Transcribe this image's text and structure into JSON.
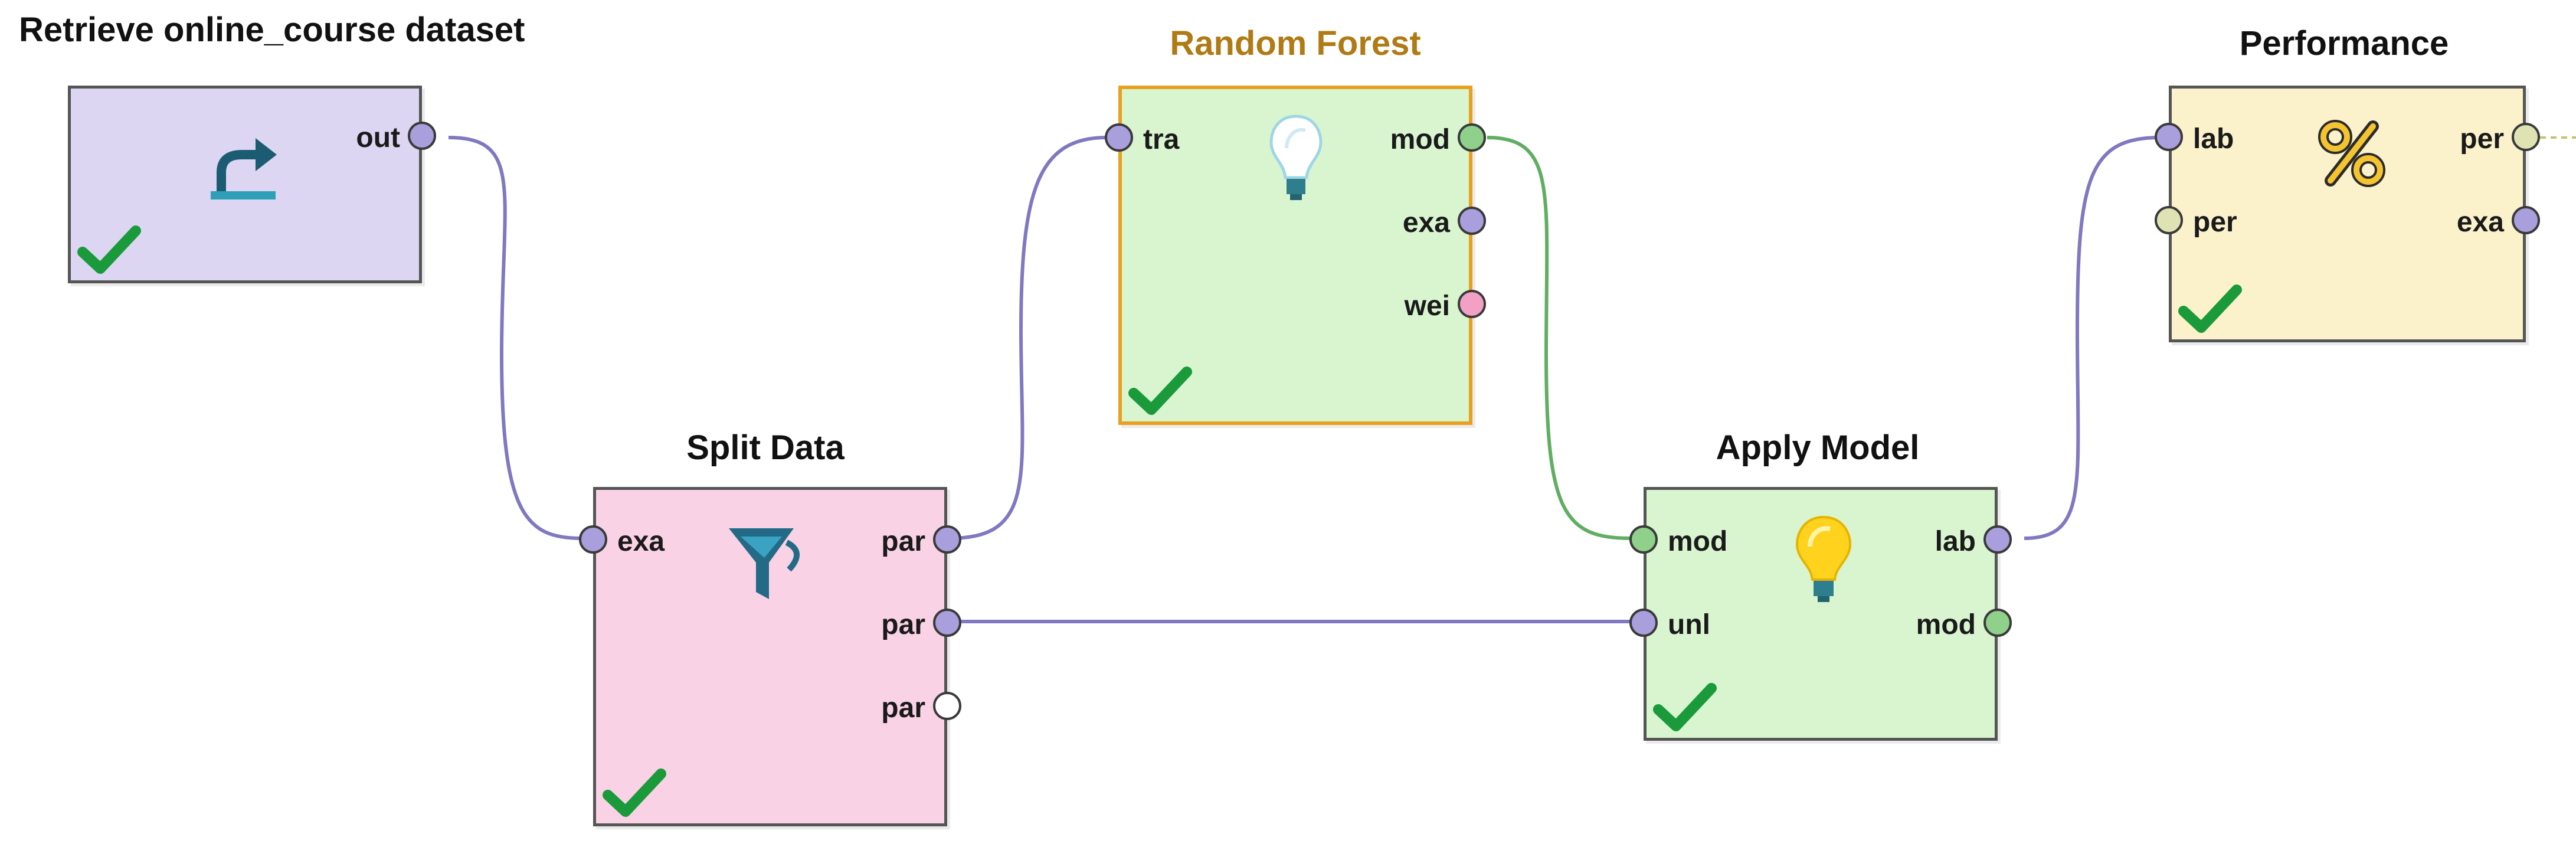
{
  "operators": {
    "retrieve": {
      "title": "Retrieve online_course dataset",
      "fill": "#ddd6f3",
      "ports_out": [
        "out"
      ],
      "status": "check-icon",
      "icon": "retrieve-arrow-icon"
    },
    "split": {
      "title": "Split Data",
      "fill": "#fad2e6",
      "ports_in": [
        "exa"
      ],
      "ports_out": [
        "par",
        "par",
        "par"
      ],
      "status": "check-icon",
      "icon": "filter-funnel-icon"
    },
    "forest": {
      "title": "Random Forest",
      "fill": "#d8f5d0",
      "selected": true,
      "ports_in": [
        "tra"
      ],
      "ports_out": [
        "mod",
        "exa",
        "wei"
      ],
      "status": "check-icon",
      "icon": "lightbulb-icon"
    },
    "apply": {
      "title": "Apply Model",
      "fill": "#d8f5d0",
      "ports_in": [
        "mod",
        "unl"
      ],
      "ports_out": [
        "lab",
        "mod"
      ],
      "status": "check-icon",
      "icon": "lightbulb-lit-icon"
    },
    "performance": {
      "title": "Performance",
      "fill": "#fbf2cc",
      "ports_in": [
        "lab",
        "per"
      ],
      "ports_out": [
        "per",
        "exa"
      ],
      "status": "check-icon",
      "icon": "percent-icon"
    }
  },
  "colors": {
    "port_example": "#a89fdc",
    "port_model": "#8fd08a",
    "port_weights": "#f2a0c4",
    "port_performance": "#dfe3b4",
    "port_empty": "#ffffff",
    "wire_example": "#8078c0",
    "wire_model": "#5fae62",
    "check": "#1a9a3a",
    "selected_border": "#e8a01e"
  }
}
